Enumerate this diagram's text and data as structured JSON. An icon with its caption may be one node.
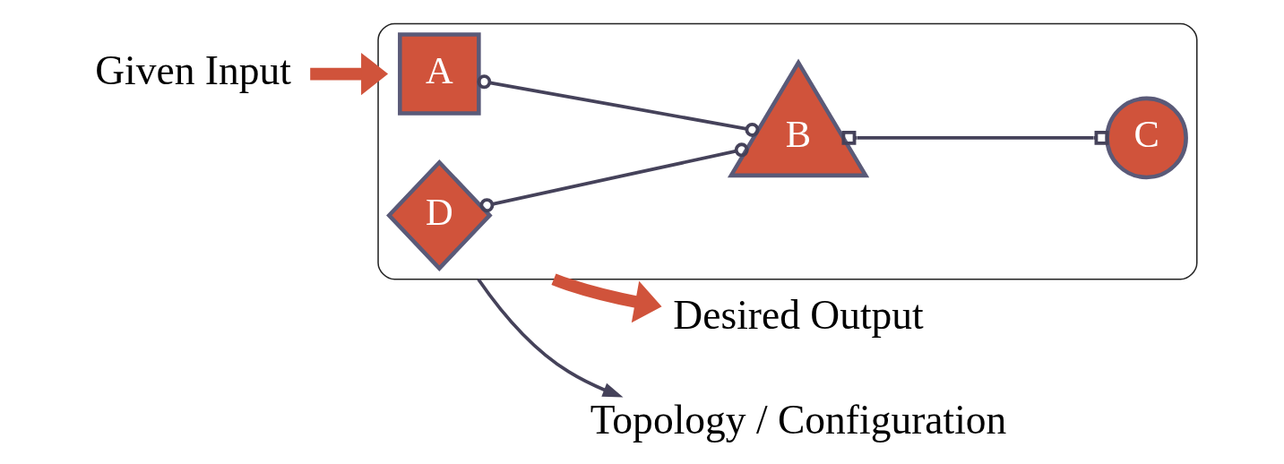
{
  "diagram": {
    "nodes": [
      {
        "text": [],
        "shape": "cloud"
      },
      {
        "text": [
          "A"
        ],
        "in": 0
      },
      {
        "text": [
          "B"
        ],
        "in": 0
      },
      {
        "text": [
          "C"
        ],
        "in": 0
      },
      {
        "text": [
          "D"
        ],
        "in": 0
      },
      {
        "text": [
          "Given Input"
        ]
      },
      {
        "text": [
          "Desired Output"
        ]
      },
      {
        "text": [
          "Topology / Configuration"
        ]
      }
    ],
    "edges": [
      {
        "from": 5,
        "to": 0,
        "arrow": "to",
        "style": "thick",
        "color": "#d0533b"
      },
      {
        "from": 1,
        "to": 2,
        "arrow": "other"
      },
      {
        "from": 4,
        "to": 2,
        "arrow": "other"
      },
      {
        "from": 2,
        "to": 3,
        "arrow": "other"
      },
      {
        "from": 0,
        "to": 6,
        "arrow": "to",
        "style": "thick",
        "color": "#d0533b"
      },
      {
        "from": 0,
        "to": 7,
        "arrow": "to"
      }
    ]
  }
}
